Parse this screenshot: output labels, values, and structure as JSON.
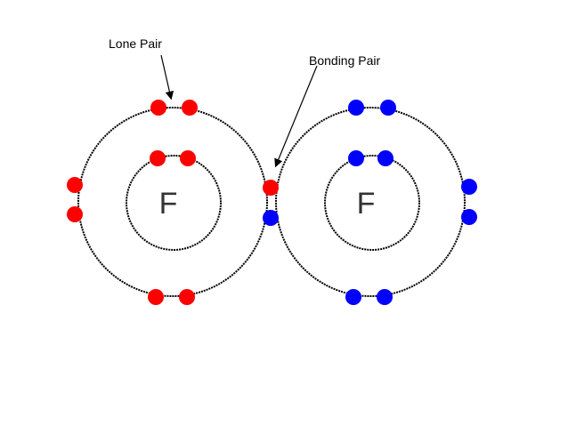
{
  "labels": {
    "lone_pair": "Lone Pair",
    "bonding_pair": "Bonding Pair"
  },
  "atoms": [
    {
      "symbol": "F",
      "electron_color": "#ff0000"
    },
    {
      "symbol": "F",
      "electron_color": "#0000ff"
    }
  ],
  "colors": {
    "shell_line": "#000000",
    "left_electrons": "#ff0000",
    "right_electrons": "#0000ff"
  }
}
